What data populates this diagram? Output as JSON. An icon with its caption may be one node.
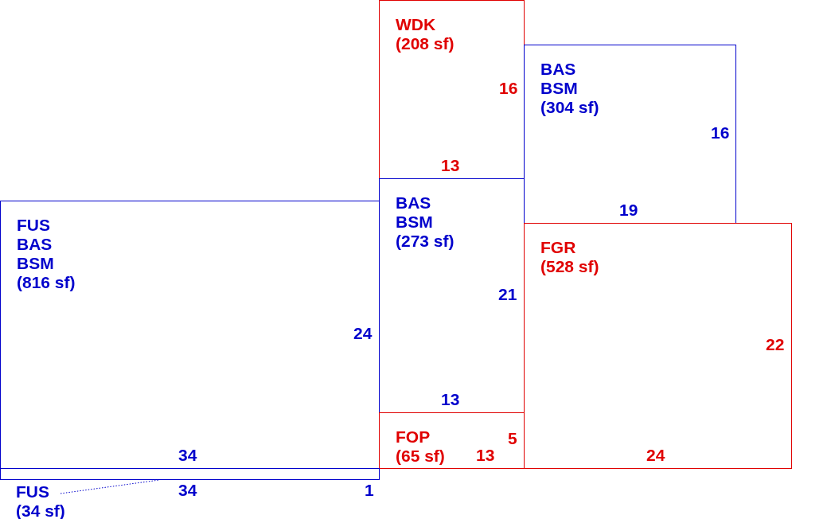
{
  "diagram": {
    "nodes": [
      {
        "text": [
          "WDK",
          "(208 sf)"
        ]
      },
      {
        "text": [
          "BAS",
          "BSM",
          "(304 sf)"
        ]
      },
      {
        "text": [
          "BAS",
          "BSM",
          "(273 sf)"
        ]
      },
      {
        "text": [
          "FUS",
          "BAS",
          "BSM",
          "(816 sf)"
        ]
      },
      {
        "text": [
          "FGR",
          "(528 sf)"
        ]
      },
      {
        "text": [
          "FOP",
          "(65 sf)"
        ]
      },
      {
        "text": [],
        "shape": "box"
      },
      {
        "text": [
          "FUS",
          "(34 sf)"
        ]
      }
    ],
    "edges": [
      {
        "from": 7,
        "to": 6,
        "arrow": "none",
        "style": "dashed"
      }
    ],
    "labels": [
      "16",
      "16",
      "13",
      "19",
      "21",
      "24",
      "22",
      "13",
      "5",
      "34",
      "13",
      "24",
      "34",
      "1"
    ]
  }
}
